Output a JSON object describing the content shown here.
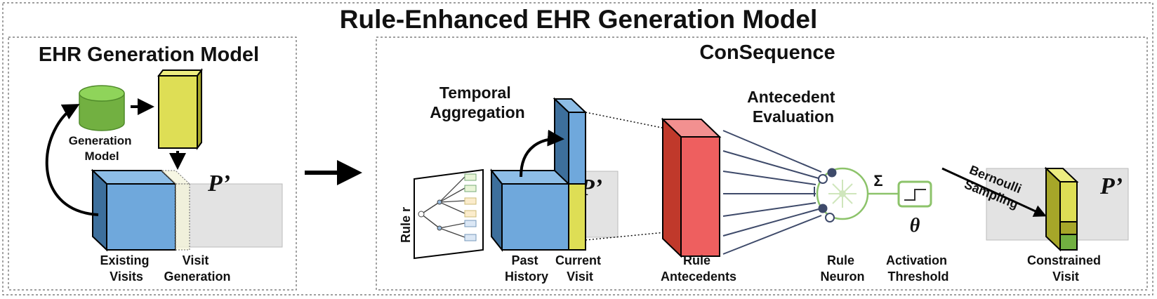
{
  "title": "Rule-Enhanced EHR Generation Model",
  "left_panel": {
    "title": "EHR Generation Model",
    "generation_model": [
      "Generation",
      "Model"
    ],
    "existing_visits": [
      "Existing",
      "Visits"
    ],
    "visit_generation": [
      "Visit",
      "Generation"
    ],
    "p_prime": "P’"
  },
  "right_panel": {
    "title": "ConSequence",
    "temporal_aggregation": [
      "Temporal",
      "Aggregation"
    ],
    "rule_r": "Rule r",
    "past_history": [
      "Past",
      "History"
    ],
    "current_visit": [
      "Current",
      "Visit"
    ],
    "p_prime_1": "P’",
    "antecedent_evaluation": [
      "Antecedent",
      "Evaluation"
    ],
    "rule_antecedents": [
      "Rule",
      "Antecedents"
    ],
    "sigma": "Σ",
    "rule_neuron": [
      "Rule",
      "Neuron"
    ],
    "theta": "θ",
    "activation_threshold": [
      "Activation",
      "Threshold"
    ],
    "bernoulli_sampling": [
      "Bernoulli",
      "Sampling"
    ],
    "p_prime_2": "P’",
    "constrained_visit": [
      "Constrained",
      "Visit"
    ]
  },
  "colors": {
    "blue": "#6fa8dc",
    "blue_dark": "#3d6f9c",
    "yellow": "#dede55",
    "yellow_dark": "#a6a629",
    "green": "#72b041",
    "green_dark": "#4f8a2a",
    "red": "#ee5f5f",
    "red_dark": "#c0392b",
    "grey_plane": "#e3e3e3",
    "neuron_green": "#8cc36a",
    "line_navy": "#3e4a6a"
  }
}
